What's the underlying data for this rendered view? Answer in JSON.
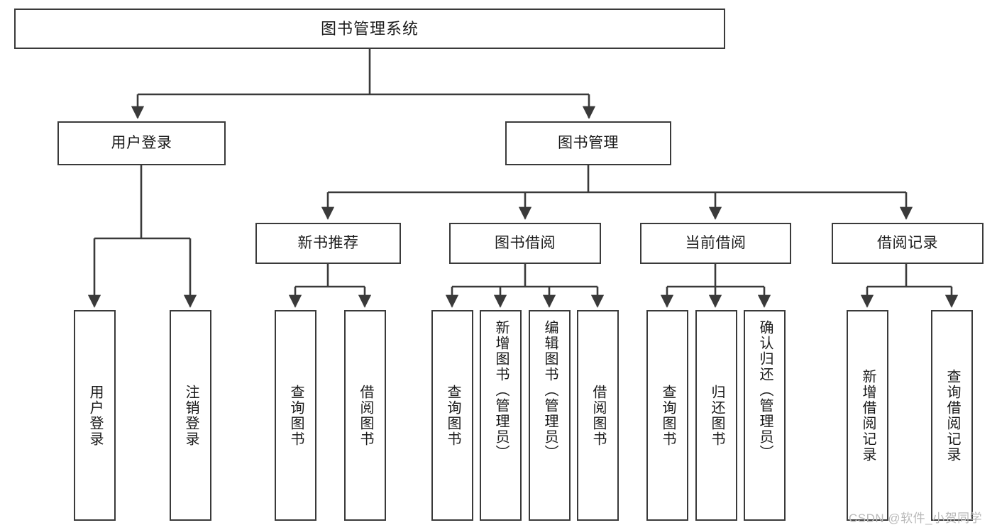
{
  "diagram": {
    "title": "图书管理系统",
    "type": "功能结构图",
    "watermark": "CSDN @软件_小贺同学",
    "colors": {
      "background": "#ffffff",
      "box_border": "#3a3a3a",
      "box_fill": "#ffffff",
      "connector": "#3a3a3a",
      "text": "#1a1a1a",
      "watermark": "#b9b9b9"
    }
  },
  "nodes": {
    "root": {
      "label": "图书管理系统"
    },
    "level2": [
      {
        "id": "user-login",
        "label": "用户登录"
      },
      {
        "id": "book-manage",
        "label": "图书管理"
      }
    ],
    "level3": [
      {
        "id": "new-book-recommend",
        "label": "新书推荐"
      },
      {
        "id": "book-borrow",
        "label": "图书借阅"
      },
      {
        "id": "current-borrow",
        "label": "当前借阅"
      },
      {
        "id": "borrow-record",
        "label": "借阅记录"
      }
    ],
    "leaves": {
      "user_login": [
        {
          "id": "leaf-user-login",
          "label": "用户登录"
        },
        {
          "id": "leaf-logout-login",
          "label": "注销登录"
        }
      ],
      "new_book_recommend": [
        {
          "id": "leaf-query-book-1",
          "label": "查询图书"
        },
        {
          "id": "leaf-borrow-book-1",
          "label": "借阅图书"
        }
      ],
      "book_borrow": [
        {
          "id": "leaf-query-book-2",
          "label": "查询图书"
        },
        {
          "id": "leaf-add-book",
          "label": "新增图书（管理员）"
        },
        {
          "id": "leaf-edit-book",
          "label": "编辑图书（管理员）"
        },
        {
          "id": "leaf-borrow-book-2",
          "label": "借阅图书"
        }
      ],
      "current_borrow": [
        {
          "id": "leaf-query-book-3",
          "label": "查询图书"
        },
        {
          "id": "leaf-return-book",
          "label": "归还图书"
        },
        {
          "id": "leaf-confirm-return",
          "label": "确认归还（管理员）"
        }
      ],
      "borrow_record": [
        {
          "id": "leaf-add-record",
          "label": "新增借阅记录"
        },
        {
          "id": "leaf-query-record",
          "label": "查询借阅记录"
        }
      ]
    }
  }
}
